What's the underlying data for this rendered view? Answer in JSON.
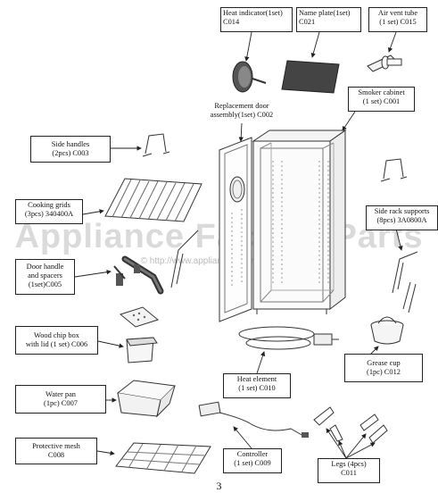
{
  "watermark": {
    "brand": "Appliance Factory Parts",
    "url": "© http://www.appliancefactoryparts.com"
  },
  "page_number": "3",
  "parts": {
    "heat_indicator": [
      "Heat indicator(1set)",
      "C014"
    ],
    "name_plate": [
      "Name plate(1set)",
      "C021"
    ],
    "air_vent_tube": [
      "Air vent tube",
      "(1 set) C015"
    ],
    "replacement_door": [
      "Replacement door",
      "assembly(1set) C002"
    ],
    "smoker_cabinet": [
      "Smoker cabinet",
      "(1 set) C001"
    ],
    "side_handles": [
      "Side handles",
      "(2pcs) C003"
    ],
    "cooking_grids": [
      "Cooking grids",
      "(3pcs) 340400A"
    ],
    "side_rack_supports": [
      "Side rack supports",
      "(8pcs) 3A0800A"
    ],
    "door_handle": [
      "Door handle",
      "and spacers",
      "(1set)C005"
    ],
    "wood_chip_box": [
      "Wood chip box",
      "with lid (1 set) C006"
    ],
    "grease_cup": [
      "Grease cup",
      "(1pc) C012"
    ],
    "heat_element": [
      "Heat element",
      "(1 set) C010"
    ],
    "water_pan": [
      "Water pan",
      "(1pc) C007"
    ],
    "protective_mesh": [
      "Protective mesh",
      "C008"
    ],
    "controller": [
      "Controller",
      "(1 set) C009"
    ],
    "legs": [
      "Legs (4pcs)",
      "C011"
    ]
  }
}
